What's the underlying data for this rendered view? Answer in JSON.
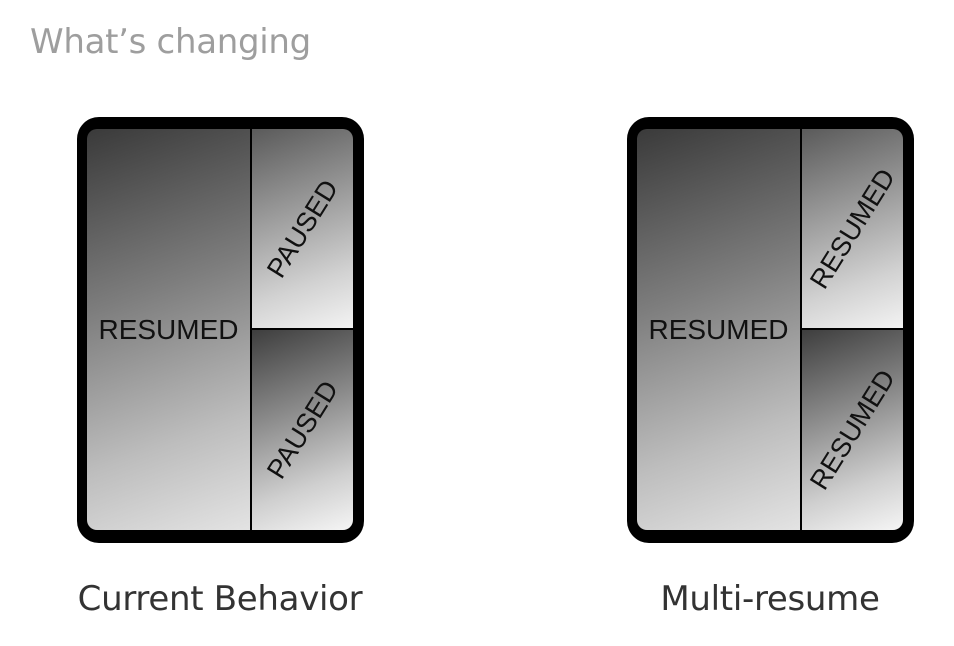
{
  "header": {
    "title": "What’s changing"
  },
  "left_diagram": {
    "caption": "Current Behavior",
    "main_pane_label": "RESUMED",
    "top_pane_label": "PAUSED",
    "bottom_pane_label": "PAUSED"
  },
  "right_diagram": {
    "caption": "Multi-resume",
    "main_pane_label": "RESUMED",
    "top_pane_label": "RESUMED",
    "bottom_pane_label": "RESUMED"
  }
}
